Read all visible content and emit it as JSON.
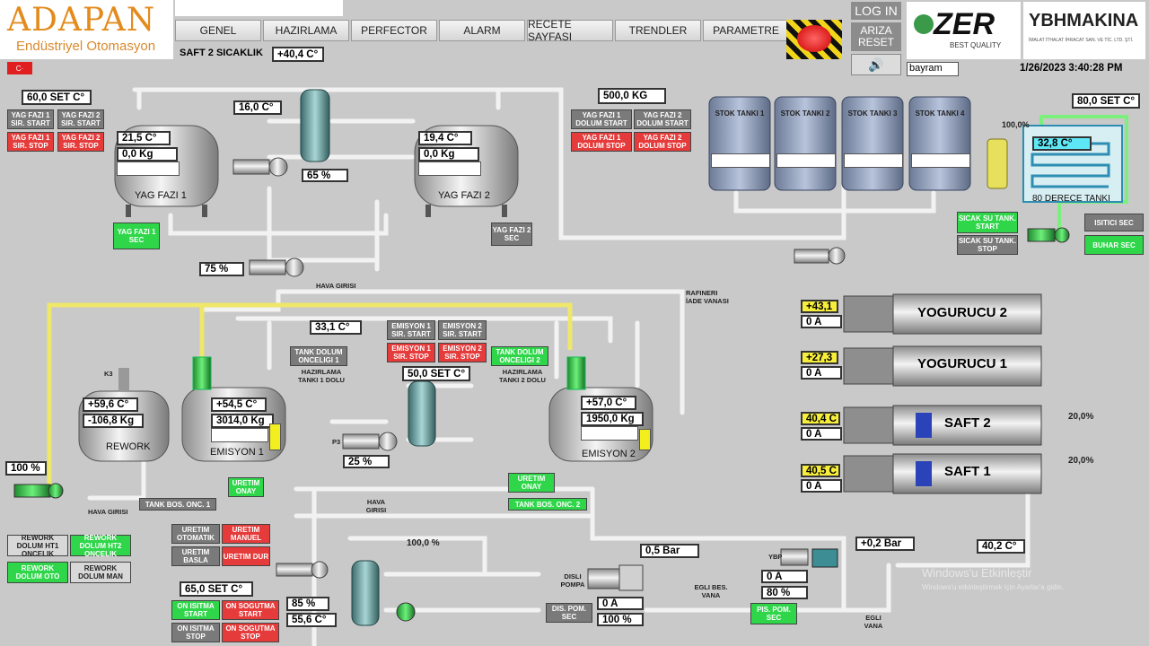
{
  "brand": {
    "left_name": "ADAPAN",
    "left_sub": "Endüstriyel Otomasyon",
    "partner1": "ZER",
    "partner1_sub": "BEST QUALITY",
    "partner2": "YBHMAKINA",
    "partner2_sub": "İMALAT İTHALAT İHRACAT SAN. VE TİC. LTD. ŞTİ."
  },
  "menu": [
    "GENEL",
    "HAZIRLAMA",
    "PERFECTOR",
    "ALARM",
    "RECETE SAYFASI",
    "TRENDLER",
    "PARAMETRE"
  ],
  "header": {
    "login": "LOG IN",
    "fault_reset": "ARIZA RESET",
    "user": "bayram",
    "datetime": "1/26/2023 3:40:28 PM",
    "lang": "C·",
    "saft2_label": "SAFT 2 SICAKLIK",
    "saft2_val": "+40,4 C°"
  },
  "colors": {
    "bg": "#c9c9c9",
    "pipe": "#eeeeee",
    "yellow_pipe": "#f2ea6a",
    "green_btn": "#2fd64a",
    "red_btn": "#e63b3b",
    "gray_btn": "#7a7a7a"
  },
  "yag": {
    "setpoint": "60,0 SET C°",
    "btns": {
      "f1_start": "YAG FAZI 1 SIR. START",
      "f2_start": "YAG FAZI 2 SIR. START",
      "f1_stop": "YAG FAZI 1 SIR. STOP",
      "f2_stop": "YAG FAZI 2 SIR. STOP"
    },
    "t1": {
      "name": "YAG FAZI 1",
      "temp": "21,5 C°",
      "kg": "0,0 Kg"
    },
    "t2": {
      "name": "YAG FAZI 2",
      "temp": "19,4 C°",
      "kg": "0,0 Kg"
    },
    "hx_temp": "16,0 C°",
    "hx_pct": "65 %",
    "pump_pct": "75 %",
    "sec1": "YAG FAZI 1 SEC",
    "sec2": "YAG FAZI 2 SEC",
    "hava": "HAVA GIRISI"
  },
  "dolum": {
    "kg": "500,0 KG",
    "f1_start": "YAG FAZI 1 DOLUM START",
    "f2_start": "YAG FAZI 2 DOLUM START",
    "f1_stop": "YAG FAZI 1 DOLUM STOP",
    "f2_stop": "YAG FAZI 2 DOLUM STOP"
  },
  "stok": [
    "STOK TANKI 1",
    "STOK TANKI 2",
    "STOK TANKI 3",
    "STOK TANKI 4"
  ],
  "hot": {
    "setpoint": "80,0 SET C°",
    "temp": "32,8 C°",
    "valve_pct": "100,0%",
    "name": "80 DERECE TANKI",
    "start": "SICAK SU TANK. START",
    "stop": "SICAK SU TANK. STOP",
    "heater": "ISITICI SEC",
    "steam": "BUHAR SEC"
  },
  "rafineri": "RAFINERI İADE VANASI",
  "emisyon": {
    "temp_set": "33,1 C°",
    "btns": {
      "e1_start": "EMISYON 1 SIR. START",
      "e2_start": "EMISYON 2 SIR. START",
      "e1_stop": "EMISYON 1 SIR. STOP",
      "e2_stop": "EMISYON 2 SIR. STOP"
    },
    "tdol1": "TANK DOLUM ONCELIGI 1",
    "tdol2": "TANK DOLUM ONCELIGI 2",
    "hz1": "HAZIRLAMA TANKI 1 DOLU",
    "hz2": "HAZIRLAMA TANKI 2 DOLU",
    "set50": "50,0 SET C°",
    "e1": {
      "name": "EMISYON 1",
      "temp": "+54,5 C°",
      "kg": "3014,0 Kg"
    },
    "e2": {
      "name": "EMISYON 2",
      "temp": "+57,0 C°",
      "kg": "1950,0 Kg"
    },
    "p3": "P3",
    "p3_pct": "25 %",
    "uretim_onay1": "URETIM ONAY",
    "uretim_onay2": "URETIM ONAY",
    "tank_bos1": "TANK BOS. ONC. 1",
    "tank_bos2": "TANK BOS. ONC. 2",
    "hava": "HAVA GIRISI"
  },
  "rework": {
    "name": "REWORK",
    "k3": "K3",
    "temp": "+59,6 C°",
    "kg": "-106,8 Kg",
    "pct": "100 %",
    "hava": "HAVA GIRISI",
    "btns": [
      "REWORK DOLUM HT1 ONCELIK",
      "REWORK DOLUM HT2 ONCELIK",
      "REWORK DOLUM OTO",
      "REWORK DOLUM MAN"
    ]
  },
  "uretim": {
    "oto": "URETIM OTOMATIK",
    "man": "URETIM MANUEL",
    "basla": "URETIM BASLA",
    "dur": "URETIM DUR"
  },
  "onisi": {
    "setpoint": "65,0 SET C°",
    "isit_start": "ON ISITMA START",
    "sog_start": "ON SOGUTMA START",
    "isit_stop": "ON ISITMA STOP",
    "sog_stop": "ON SOGUTMA STOP",
    "pct": "85 %",
    "temp": "55,6 C°",
    "valve": "100,0 %"
  },
  "pumps": {
    "disli": "DISLI POMPA",
    "bar1": "0,5 Bar",
    "dis_sec": "DIS. POM. SEC",
    "dis_a": "0 A",
    "dis_pct": "100 %",
    "egli": "EGLI BES. VANA",
    "ybp": "YBP",
    "bar2": "+0,2 Bar",
    "pis_a": "0 A",
    "pis_pct": "80 %",
    "pis_sec": "PIS. POM. SEC",
    "egli2": "EGLI VANA",
    "out_temp": "40,2 C°"
  },
  "units": [
    {
      "name": "YOGURUCU 2",
      "temp": "+43,1",
      "amp": "0 A"
    },
    {
      "name": "YOGURUCU 1",
      "temp": "+27,3",
      "amp": "0 A"
    },
    {
      "name": "SAFT 2",
      "temp": "40,4 C",
      "amp": "0 A",
      "valve": "20,0%"
    },
    {
      "name": "SAFT 1",
      "temp": "40,5 C",
      "amp": "0 A",
      "valve": "20,0%"
    }
  ],
  "watermark": {
    "l1": "Windows'u Etkinleştir",
    "l2": "Windows'u etkinleştirmek için Ayarlar'a gidin."
  }
}
